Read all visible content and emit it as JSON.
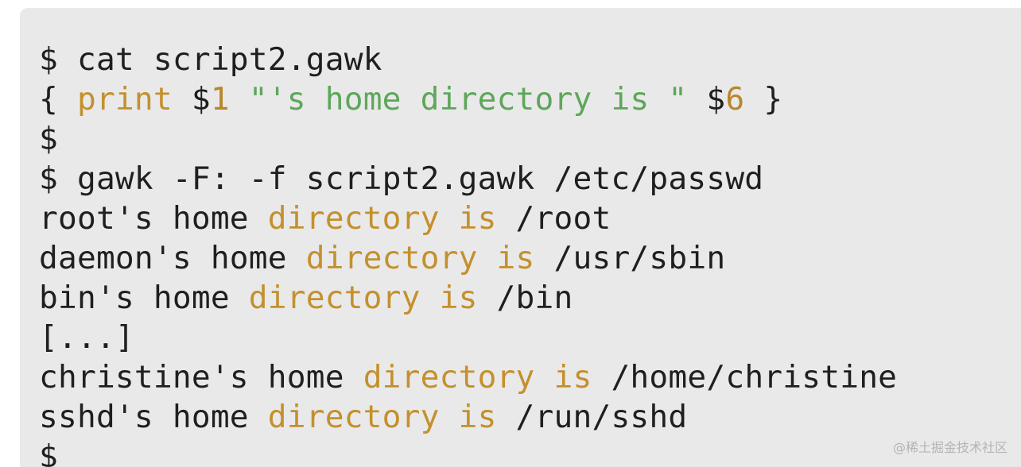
{
  "terminal": {
    "colors": {
      "background": "#e9e9e9",
      "text": "#1f1f1f",
      "keyword": "#c4902d",
      "string": "#5da75a",
      "highlight": "#c4902d"
    },
    "lines": [
      {
        "segments": [
          {
            "text": "$ cat script2.gawk",
            "style": "plain"
          }
        ]
      },
      {
        "segments": [
          {
            "text": "{ ",
            "style": "plain"
          },
          {
            "text": "print",
            "style": "kw"
          },
          {
            "text": " $",
            "style": "plain"
          },
          {
            "text": "1",
            "style": "num"
          },
          {
            "text": " ",
            "style": "plain"
          },
          {
            "text": "\"'s home directory is \"",
            "style": "str"
          },
          {
            "text": " $",
            "style": "plain"
          },
          {
            "text": "6",
            "style": "num"
          },
          {
            "text": " }",
            "style": "plain"
          }
        ]
      },
      {
        "segments": [
          {
            "text": "$",
            "style": "plain"
          }
        ]
      },
      {
        "segments": [
          {
            "text": "$ gawk -F: -f script2.gawk /etc/passwd",
            "style": "plain"
          }
        ]
      },
      {
        "segments": [
          {
            "text": "root's home ",
            "style": "plain"
          },
          {
            "text": "directory is",
            "style": "hl"
          },
          {
            "text": " /root",
            "style": "plain"
          }
        ]
      },
      {
        "segments": [
          {
            "text": "daemon's home ",
            "style": "plain"
          },
          {
            "text": "directory is",
            "style": "hl"
          },
          {
            "text": " /usr/sbin",
            "style": "plain"
          }
        ]
      },
      {
        "segments": [
          {
            "text": "bin's home ",
            "style": "plain"
          },
          {
            "text": "directory is",
            "style": "hl"
          },
          {
            "text": " /bin",
            "style": "plain"
          }
        ]
      },
      {
        "segments": [
          {
            "text": "[...]",
            "style": "plain"
          }
        ]
      },
      {
        "segments": [
          {
            "text": "christine's home ",
            "style": "plain"
          },
          {
            "text": "directory is",
            "style": "hl"
          },
          {
            "text": " /home/christine",
            "style": "plain"
          }
        ]
      },
      {
        "segments": [
          {
            "text": "sshd's home ",
            "style": "plain"
          },
          {
            "text": "directory is",
            "style": "hl"
          },
          {
            "text": " /run/sshd",
            "style": "plain"
          }
        ]
      },
      {
        "segments": [
          {
            "text": "$",
            "style": "plain"
          }
        ]
      }
    ]
  },
  "watermark": "@稀土掘金技术社区"
}
